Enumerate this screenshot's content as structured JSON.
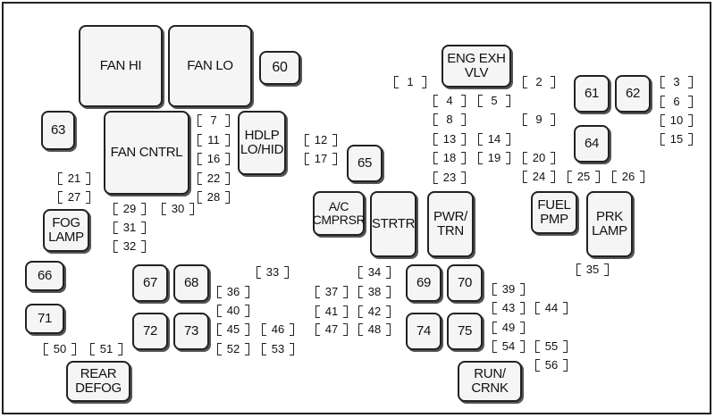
{
  "relays": {
    "fan_hi": "FAN HI",
    "fan_lo": "FAN LO",
    "r60": "60",
    "eng_exh_vlv": "ENG EXH\nVLV",
    "r61": "61",
    "r62": "62",
    "r63": "63",
    "fan_cntrl": "FAN CNTRL",
    "hdlp_lo_hid": "HDLP\nLO/HID",
    "r64": "64",
    "r65": "65",
    "ac_cmprsr": "A/C\nCMPRSR",
    "strtr": "STRTR",
    "pwr_trn": "PWR/\nTRN",
    "fuel_pmp": "FUEL\nPMP",
    "prk_lamp": "PRK\nLAMP",
    "fog_lamp": "FOG\nLAMP",
    "r66": "66",
    "r67": "67",
    "r68": "68",
    "r69": "69",
    "r70": "70",
    "r71": "71",
    "r72": "72",
    "r73": "73",
    "r74": "74",
    "r75": "75",
    "rear_defog": "REAR\nDEFOG",
    "run_crnk": "RUN/\nCRNK"
  },
  "fuses": {
    "f1": "1",
    "f2": "2",
    "f3": "3",
    "f4": "4",
    "f5": "5",
    "f6": "6",
    "f7": "7",
    "f8": "8",
    "f9": "9",
    "f10": "10",
    "f11": "11",
    "f12": "12",
    "f13": "13",
    "f14": "14",
    "f15": "15",
    "f16": "16",
    "f17": "17",
    "f18": "18",
    "f19": "19",
    "f20": "20",
    "f21": "21",
    "f22": "22",
    "f23": "23",
    "f24": "24",
    "f25": "25",
    "f26": "26",
    "f27": "27",
    "f28": "28",
    "f29": "29",
    "f30": "30",
    "f31": "31",
    "f32": "32",
    "f33": "33",
    "f34": "34",
    "f35": "35",
    "f36": "36",
    "f37": "37",
    "f38": "38",
    "f39": "39",
    "f40": "40",
    "f41": "41",
    "f42": "42",
    "f43": "43",
    "f44": "44",
    "f45": "45",
    "f46": "46",
    "f47": "47",
    "f48": "48",
    "f49": "49",
    "f50": "50",
    "f51": "51",
    "f52": "52",
    "f53": "53",
    "f54": "54",
    "f55": "55",
    "f56": "56"
  }
}
